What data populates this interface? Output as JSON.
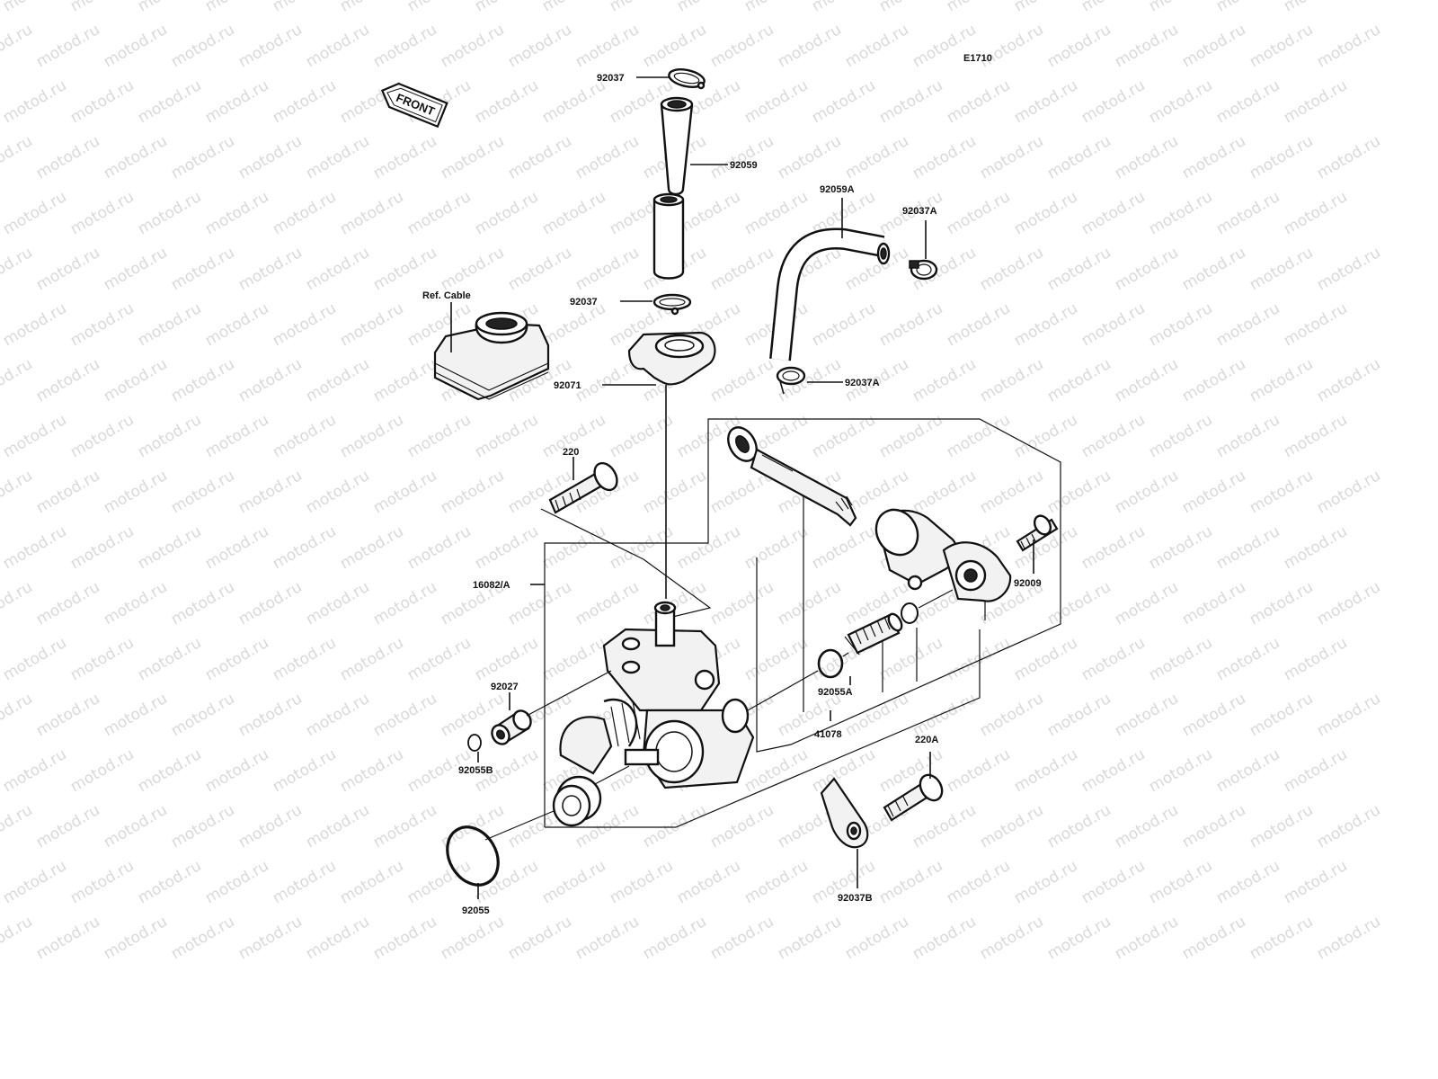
{
  "diagram_code": "E1710",
  "front_badge": "FRONT",
  "watermark": "motod.ru",
  "ref_cable": "Ref. Cable",
  "labels": {
    "p92037_top": "92037",
    "p92059": "92059",
    "p92059A": "92059A",
    "p92037A_right": "92037A",
    "p92037_mid": "92037",
    "p92071": "92071",
    "p92037A_low": "92037A",
    "p220": "220",
    "p16082A": "16082/A",
    "p92009": "92009",
    "p92027": "92027",
    "p92055A": "92055A",
    "p92055B": "92055B",
    "p41078": "41078",
    "p220A": "220A",
    "p92037B": "92037B",
    "p92055": "92055"
  }
}
